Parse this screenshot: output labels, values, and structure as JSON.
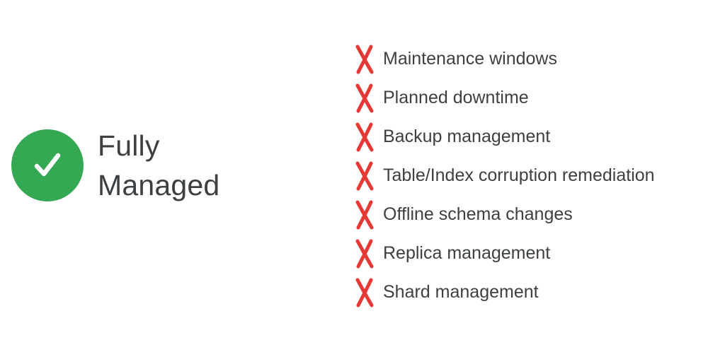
{
  "headline": {
    "line1": "Fully",
    "line2": "Managed"
  },
  "status_icon": "check-circle-icon",
  "cross_icon": "red-x-icon",
  "colors": {
    "check_bg": "#34a853",
    "cross": "#e53935",
    "text": "#3c4043"
  },
  "items": [
    {
      "label": "Maintenance windows"
    },
    {
      "label": "Planned downtime"
    },
    {
      "label": "Backup management"
    },
    {
      "label": "Table/Index corruption remediation"
    },
    {
      "label": "Offline schema changes"
    },
    {
      "label": "Replica management"
    },
    {
      "label": "Shard management"
    }
  ]
}
